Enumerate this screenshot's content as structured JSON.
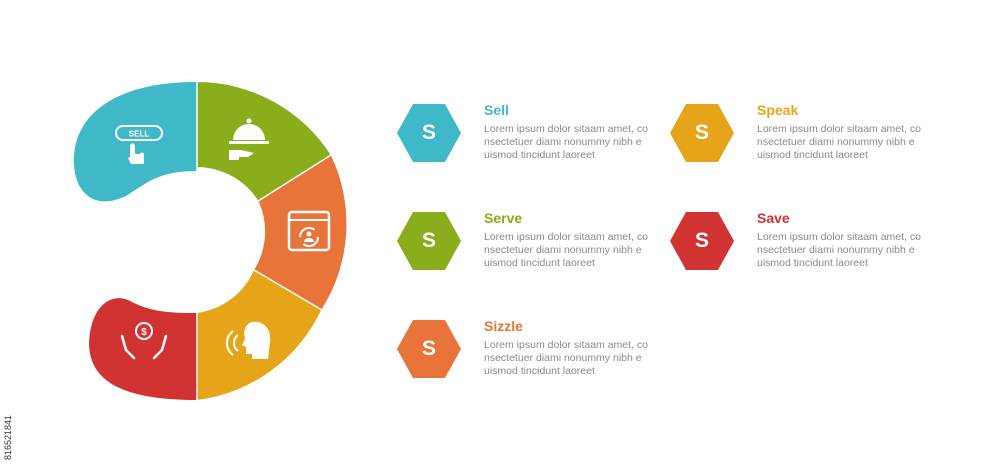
{
  "diagram": {
    "segments": [
      {
        "label": "Sell",
        "color": "#3fb9c7",
        "icon": "sell-button-icon",
        "icon_text": "SELL"
      },
      {
        "label": "Serve",
        "color": "#8aad1c",
        "icon": "serving-cloche-icon"
      },
      {
        "label": "Sizzle",
        "color": "#e8743a",
        "icon": "browser-user-refresh-icon"
      },
      {
        "label": "Speak",
        "color": "#e6a519",
        "icon": "speaking-head-icon"
      },
      {
        "label": "Save",
        "color": "#d13232",
        "icon": "hands-coin-icon"
      }
    ]
  },
  "items": [
    {
      "letter": "S",
      "title": "Sell",
      "color": "#3fb9c7",
      "text": "Lorem ipsum dolor sitaam amet, co nsectetuer diami nonummy  nibh e uismod tincidunt laoreet"
    },
    {
      "letter": "S",
      "title": "Speak",
      "color": "#e6a519",
      "text": "Lorem ipsum dolor sitaam amet, co nsectetuer diami nonummy  nibh e uismod tincidunt laoreet"
    },
    {
      "letter": "S",
      "title": "Serve",
      "color": "#8aad1c",
      "text": "Lorem ipsum dolor sitaam amet, co nsectetuer diami nonummy  nibh e uismod tincidunt laoreet"
    },
    {
      "letter": "S",
      "title": "Save",
      "color": "#d13232",
      "text": "Lorem ipsum dolor sitaam amet, co nsectetuer diami nonummy  nibh e uismod tincidunt laoreet"
    },
    {
      "letter": "S",
      "title": "Sizzle",
      "color": "#e8743a",
      "text": "Lorem ipsum dolor sitaam amet, co nsectetuer diami nonummy  nibh e uismod tincidunt laoreet"
    }
  ],
  "stock_id": "816521841"
}
